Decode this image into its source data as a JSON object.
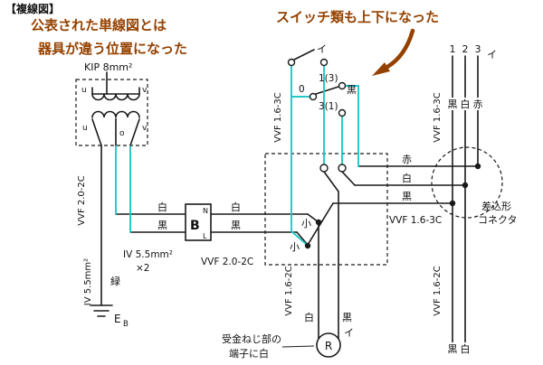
{
  "colors": {
    "note_brown": "#944100",
    "wire_cyan": "#25c6c6",
    "wire_black": "#1a1a1a"
  },
  "title": "【複線図】",
  "notes": {
    "left1": "公表された単線図とは",
    "left2": "器具が違う位置になった",
    "right": "スイッチ類も上下になった"
  },
  "transformer": {
    "cable": "KIP 8mm²",
    "u_top": "u",
    "v_top": "v",
    "u_sec": "u",
    "o_sec": "o",
    "v_sec": "v"
  },
  "feeder": {
    "vvf_left": "VVF 2.0-2C",
    "iv": "IV 5.5mm²",
    "iv_qty": "×2",
    "vvf_b": "VVF 2.0-2C"
  },
  "ground": {
    "iv": "IV 5.5mm²",
    "green": "緑",
    "e": "E",
    "sub": "B"
  },
  "breaker": {
    "b": "B",
    "n": "N",
    "l": "L",
    "white_in": "白",
    "black_in": "黒",
    "white_out": "白",
    "black_out": "黒"
  },
  "switches": {
    "i": "イ",
    "t13": "1(3)",
    "t0": "0",
    "t31": "3(1)",
    "black": "黒",
    "cable": "VVF 1.6-3C"
  },
  "jbox": {
    "sleeve_a": "小",
    "sleeve_b": "小"
  },
  "mid": {
    "red": "赤",
    "white": "白",
    "black": "黒",
    "cable": "VVF 1.6-3C"
  },
  "lamp": {
    "cable": "VVF 1.6-2C",
    "white": "白",
    "black": "黒",
    "r": "R",
    "i": "イ",
    "note1": "受金ねじ部の",
    "note2": "端子に白"
  },
  "right": {
    "n1": "1",
    "n2": "2",
    "n3": "3",
    "i": "イ",
    "cable_top": "VVF 1.6-3C",
    "black": "黒",
    "white": "白",
    "red": "赤",
    "conn1": "差込形",
    "conn2": "コネクタ",
    "cable_bottom": "VVF 1.6-2C",
    "black_b": "黒",
    "white_b": "白"
  }
}
